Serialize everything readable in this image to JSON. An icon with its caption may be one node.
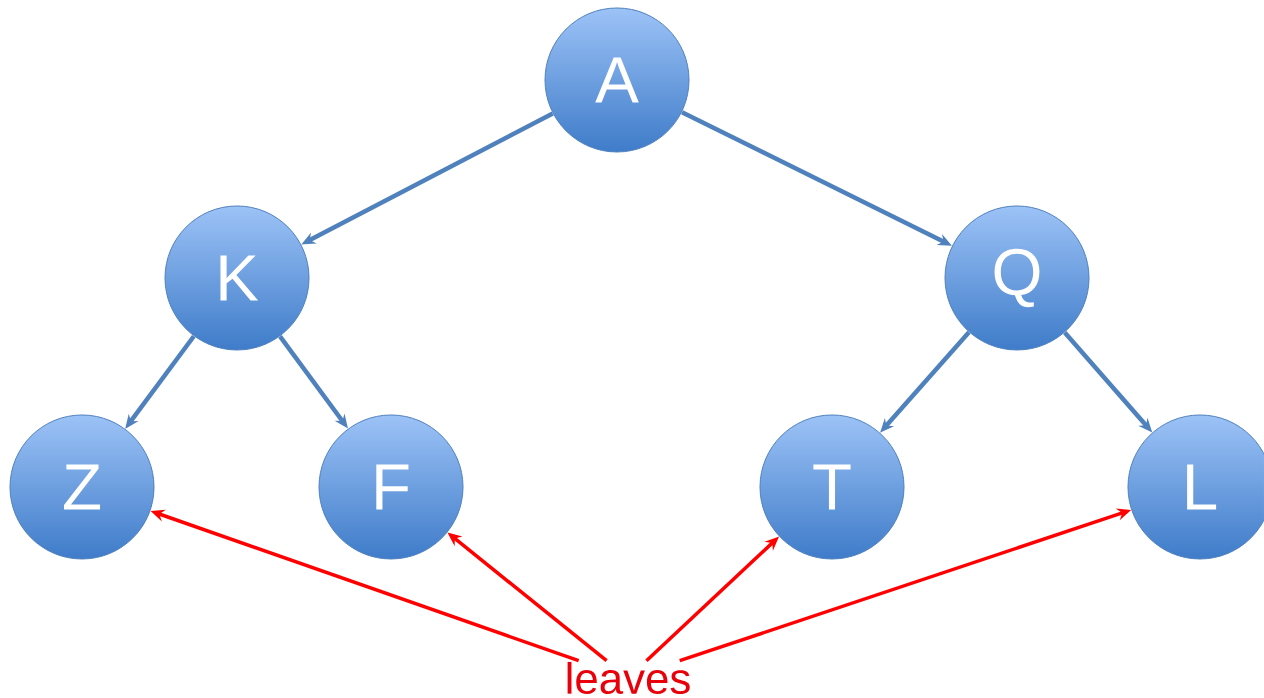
{
  "diagram": {
    "nodes": [
      {
        "text": [
          "A"
        ]
      },
      {
        "text": [
          "K"
        ]
      },
      {
        "text": [
          "Q"
        ]
      },
      {
        "text": [
          "Z"
        ]
      },
      {
        "text": [
          "F"
        ]
      },
      {
        "text": [
          "T"
        ]
      },
      {
        "text": [
          "L"
        ]
      },
      {
        "text": [
          "leaves"
        ]
      }
    ],
    "edges": [
      {
        "from": 0,
        "to": 1,
        "arrow": "to"
      },
      {
        "from": 0,
        "to": 2,
        "arrow": "to"
      },
      {
        "from": 1,
        "to": 3,
        "arrow": "to"
      },
      {
        "from": 1,
        "to": 4,
        "arrow": "to"
      },
      {
        "from": 2,
        "to": 5,
        "arrow": "to"
      },
      {
        "from": 2,
        "to": 6,
        "arrow": "to"
      },
      {
        "from": 7,
        "to": 3,
        "arrow": "to",
        "color": "#ff0000"
      },
      {
        "from": 7,
        "to": 4,
        "arrow": "to",
        "color": "#ff0000"
      },
      {
        "from": 7,
        "to": 5,
        "arrow": "to",
        "color": "#ff0000"
      },
      {
        "from": 7,
        "to": 6,
        "arrow": "to",
        "color": "#ff0000"
      }
    ]
  }
}
